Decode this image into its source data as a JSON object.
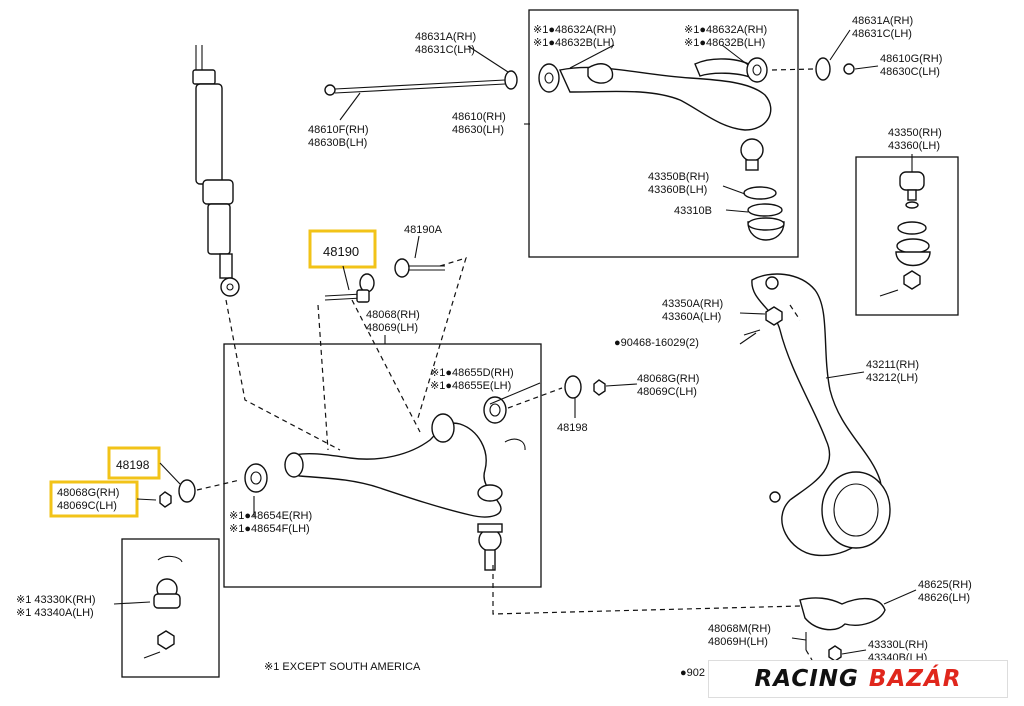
{
  "diagram": {
    "labels": {
      "l_48631a_rh": "48631A(RH)",
      "l_48631c_lh": "48631C(LH)",
      "l_48610f_rh": "48610F(RH)",
      "l_48630b_lh": "48630B(LH)",
      "l_48610_rh": "48610(RH)",
      "l_48630_lh": "48630(LH)",
      "l_48632a_rh_l": "※1●48632A(RH)",
      "l_48632b_lh_l": "※1●48632B(LH)",
      "l_48632a_rh_r": "※1●48632A(RH)",
      "l_48632b_lh_r": "※1●48632B(LH)",
      "l_48631a_rh_r": "48631A(RH)",
      "l_48631c_lh_r": "48631C(LH)",
      "l_48610g_rh": "48610G(RH)",
      "l_48630c_lh": "48630C(LH)",
      "l_43350b_rh": "43350B(RH)",
      "l_43360b_lh": "43360B(LH)",
      "l_43310b": "43310B",
      "l_43350_rh": "43350(RH)",
      "l_43360_lh": "43360(LH)",
      "l_48190": "48190",
      "l_48190a": "48190A",
      "l_48068_rh": "48068(RH)",
      "l_48069_lh": "48069(LH)",
      "l_48655d_rh": "※1●48655D(RH)",
      "l_48655e_lh": "※1●48655E(LH)",
      "l_48068g_rh_r": "48068G(RH)",
      "l_48069c_lh_r": "48069C(LH)",
      "l_48198_r": "48198",
      "l_43350a_rh": "43350A(RH)",
      "l_43360a_lh": "43360A(LH)",
      "l_90468": "●90468-16029(2)",
      "l_43211_rh": "43211(RH)",
      "l_43212_lh": "43212(LH)",
      "l_48198_l": "48198",
      "l_48068g_rh_l": "48068G(RH)",
      "l_48069c_lh_l": "48069C(LH)",
      "l_48654e_rh": "※1●48654E(RH)",
      "l_48654f_lh": "※1●48654F(LH)",
      "l_43330k_rh": "※1 43330K(RH)",
      "l_43340a_lh": "※1 43340A(LH)",
      "l_48625_rh": "48625(RH)",
      "l_48626_lh": "48626(LH)",
      "l_48068m_rh": "48068M(RH)",
      "l_48069h_lh": "48069H(LH)",
      "l_43330l_rh": "43330L(RH)",
      "l_43340_lh": "43340B(LH)",
      "l_902": "●902",
      "note": "※1  EXCEPT SOUTH AMERICA"
    },
    "highlight_color": "#f2c318"
  },
  "logo": {
    "part1": "RACING",
    "part2": "BAZÁR",
    "accent_color": "#e0261c"
  }
}
